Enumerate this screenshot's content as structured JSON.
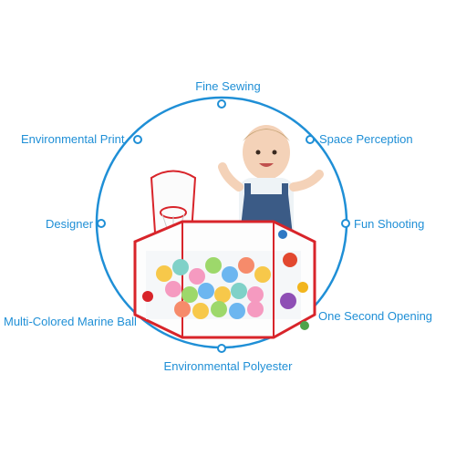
{
  "features": {
    "top": "Fine Sewing",
    "top_left": "Environmental Print",
    "top_right": "Space Perception",
    "mid_left": "Designer",
    "mid_right": "Fun Shooting",
    "bottom_left": "Multi-Colored Marine Ball",
    "bottom_right": "One Second Opening",
    "bottom": "Environmental Polyester"
  },
  "colors": {
    "accent": "#1f8fd6",
    "pen_trim": "#d8242a",
    "background": "#ffffff"
  },
  "icons": [
    "circle-node-icon"
  ]
}
